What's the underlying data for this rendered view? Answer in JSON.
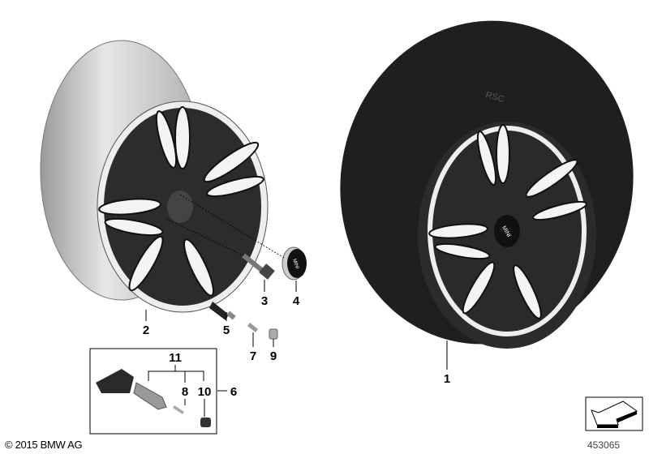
{
  "callouts": [
    {
      "number": "1",
      "part": "complete-wheel-tire"
    },
    {
      "number": "2",
      "part": "light-alloy-rim"
    },
    {
      "number": "3",
      "part": "wheel-bolt"
    },
    {
      "number": "4",
      "part": "hub-cap"
    },
    {
      "number": "5",
      "part": "valve"
    },
    {
      "number": "6",
      "part": "tpms-kit"
    },
    {
      "number": "7",
      "part": "valve-insert"
    },
    {
      "number": "8",
      "part": "valve-core"
    },
    {
      "number": "9",
      "part": "valve-cap"
    },
    {
      "number": "10",
      "part": "cap"
    },
    {
      "number": "11",
      "part": "tpms-valve"
    }
  ],
  "hubcap_logo": "MINI",
  "tire_marking": "RSC",
  "copyright": "© 2015 BMW AG",
  "diagram_number": "453065",
  "colors": {
    "rim_silver": "#c8c8c8",
    "spoke_dark": "#2a2a2a",
    "tire": "#1a1a1a"
  }
}
